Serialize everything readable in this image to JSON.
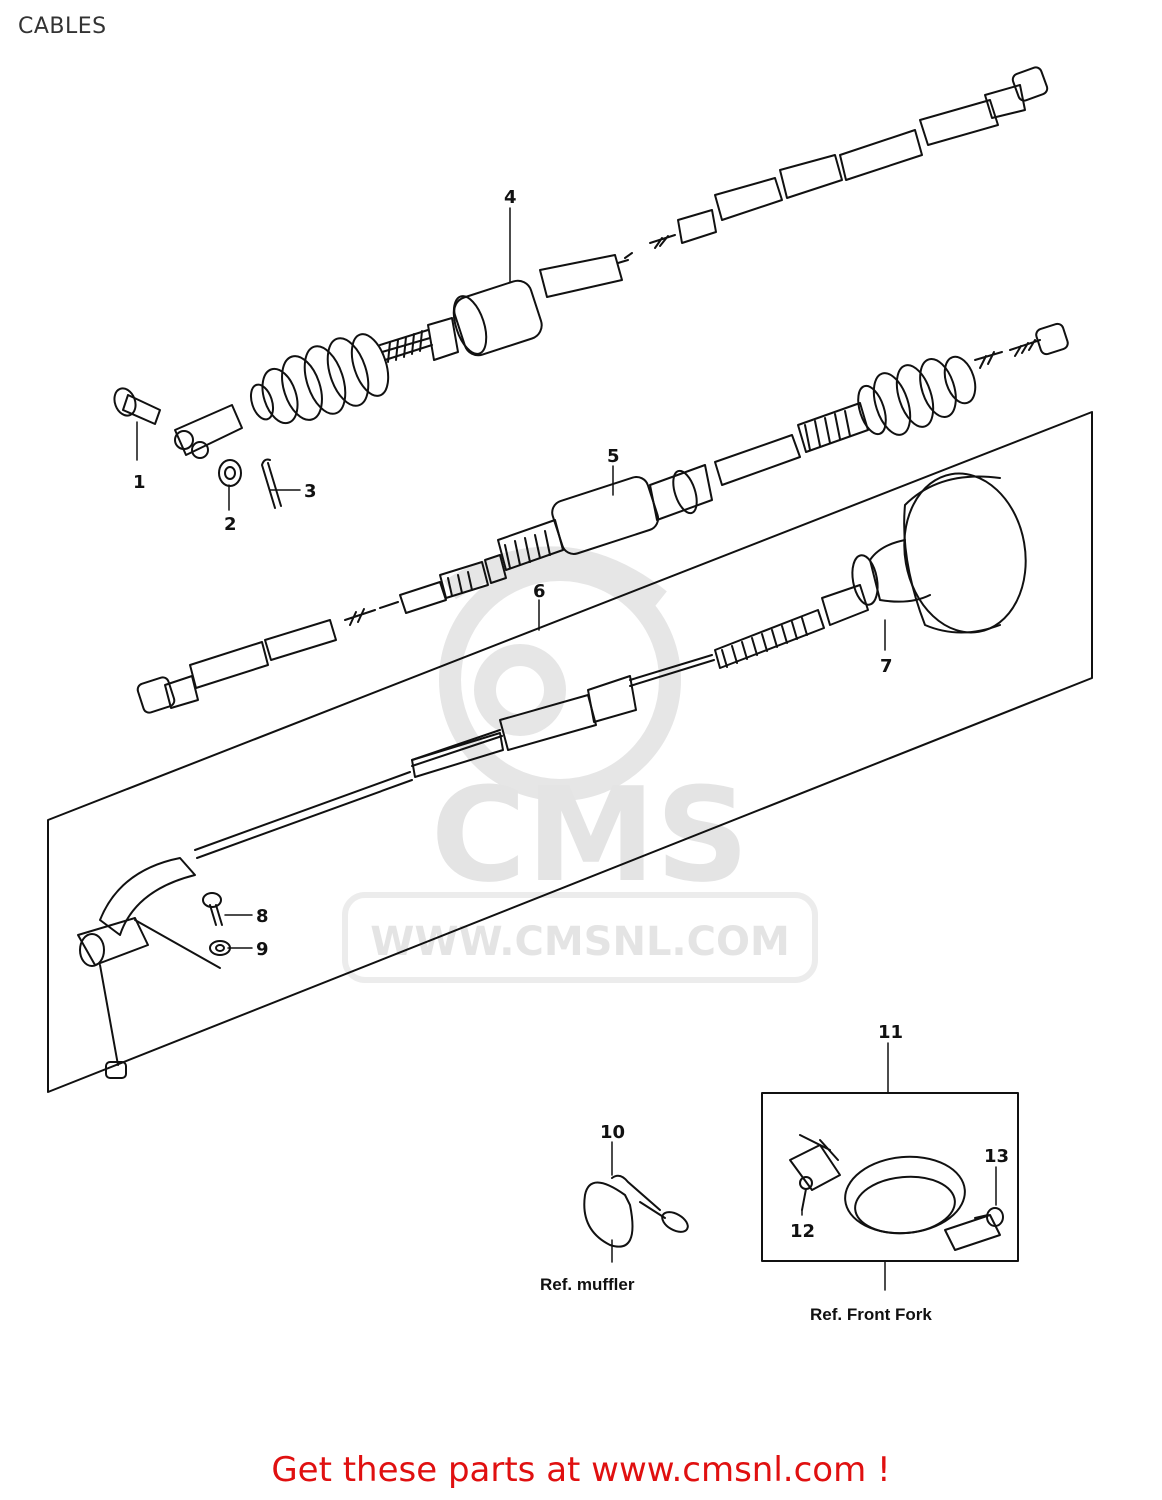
{
  "page": {
    "title": "CABLES"
  },
  "watermark": {
    "brand": "CMS",
    "url": "WWW.CMSNL.COM"
  },
  "callouts": {
    "c1": "1",
    "c2": "2",
    "c3": "3",
    "c4": "4",
    "c5": "5",
    "c6": "6",
    "c7": "7",
    "c8": "8",
    "c9": "9",
    "c10": "10",
    "c11": "11",
    "c12": "12",
    "c13": "13"
  },
  "references": {
    "muffler": "Ref. muffler",
    "front_fork": "Ref. Front Fork"
  },
  "footer": {
    "cta_text": "Get these parts at www.cmsnl.com !"
  },
  "colors": {
    "line": "#111111",
    "cta": "#e01010",
    "watermark": "#e4e4e4"
  }
}
